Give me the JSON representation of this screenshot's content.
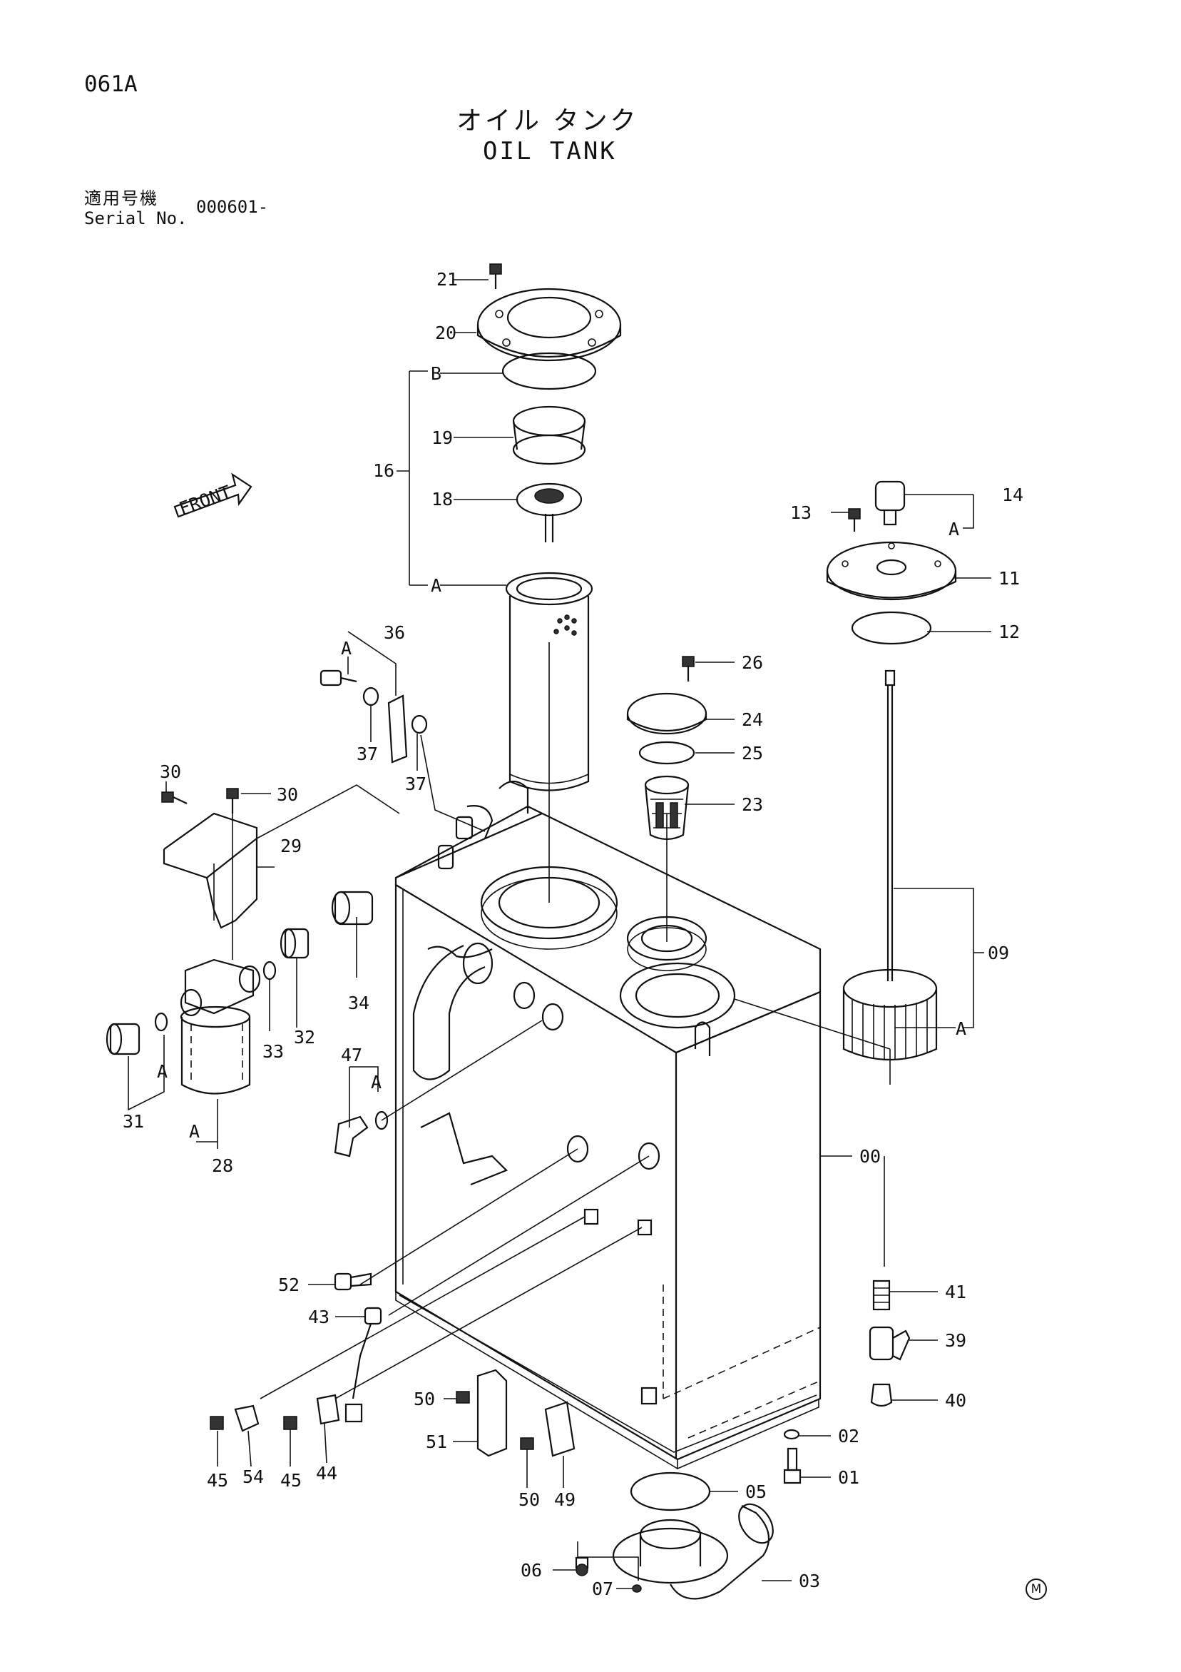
{
  "header": {
    "page_code": "061A",
    "title_jp": "オイル タンク",
    "title_en": "OIL TANK",
    "serial_label_jp": "適用号機",
    "serial_label_en": "Serial No.",
    "serial_value": "000601-"
  },
  "front_arrow_label": "FRONT",
  "manufacturer_mark": "M",
  "callouts": {
    "c00": "00",
    "c01": "01",
    "c02": "02",
    "c03": "03",
    "c05": "05",
    "c06": "06",
    "c07": "07",
    "c09": "09",
    "c11": "11",
    "c12": "12",
    "c13": "13",
    "c14": "14",
    "c16": "16",
    "c18": "18",
    "c19": "19",
    "c20": "20",
    "c21": "21",
    "c23": "23",
    "c24": "24",
    "c25": "25",
    "c26": "26",
    "c28": "28",
    "c29": "29",
    "c30a": "30",
    "c30b": "30",
    "c31": "31",
    "c32": "32",
    "c33": "33",
    "c34": "34",
    "c36": "36",
    "c37a": "37",
    "c37b": "37",
    "c39": "39",
    "c40": "40",
    "c41": "41",
    "c43": "43",
    "c44": "44",
    "c45a": "45",
    "c45b": "45",
    "c47": "47",
    "c49": "49",
    "c50a": "50",
    "c50b": "50",
    "c51": "51",
    "c52": "52",
    "c54": "54"
  },
  "group_letters": {
    "g16b": "B",
    "g16a": "A",
    "g14a": "A",
    "g09a": "A",
    "g36a": "A",
    "g31a": "A",
    "g28a": "A",
    "g47a": "A"
  }
}
